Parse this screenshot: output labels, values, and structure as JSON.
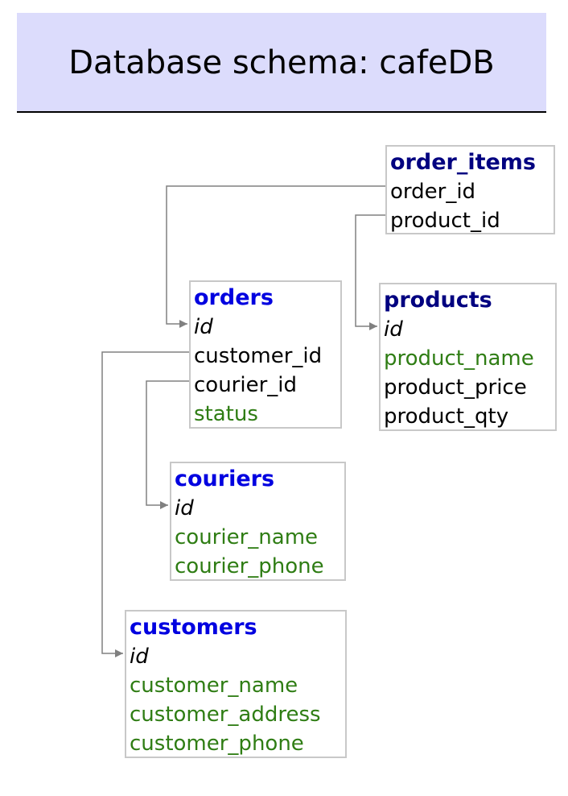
{
  "header": {
    "title": "Database schema: cafeDB"
  },
  "colors": {
    "header_bg": "#dcdcfc",
    "table_name_blue": "#0000e0",
    "table_name_navy": "#000080",
    "column_black": "#000000",
    "column_green": "#2f7d14",
    "link_line": "#808080",
    "table_border": "#c8c8c8"
  },
  "tables": {
    "order_items": {
      "name": "order_items",
      "name_color": "#000080",
      "columns": [
        {
          "name": "order_id",
          "color": "#000000",
          "key": false
        },
        {
          "name": "product_id",
          "color": "#000000",
          "key": false
        }
      ]
    },
    "orders": {
      "name": "orders",
      "name_color": "#0000e0",
      "columns": [
        {
          "name": "id",
          "color": "#000000",
          "key": true
        },
        {
          "name": "customer_id",
          "color": "#000000",
          "key": false
        },
        {
          "name": "courier_id",
          "color": "#000000",
          "key": false
        },
        {
          "name": "status",
          "color": "#2f7d14",
          "key": false
        }
      ]
    },
    "products": {
      "name": "products",
      "name_color": "#000080",
      "columns": [
        {
          "name": "id",
          "color": "#000000",
          "key": true
        },
        {
          "name": "product_name",
          "color": "#2f7d14",
          "key": false
        },
        {
          "name": "product_price",
          "color": "#000000",
          "key": false
        },
        {
          "name": "product_qty",
          "color": "#000000",
          "key": false
        }
      ]
    },
    "couriers": {
      "name": "couriers",
      "name_color": "#0000e0",
      "columns": [
        {
          "name": "id",
          "color": "#000000",
          "key": true
        },
        {
          "name": "courier_name",
          "color": "#2f7d14",
          "key": false
        },
        {
          "name": "courier_phone",
          "color": "#2f7d14",
          "key": false
        }
      ]
    },
    "customers": {
      "name": "customers",
      "name_color": "#0000e0",
      "columns": [
        {
          "name": "id",
          "color": "#000000",
          "key": true
        },
        {
          "name": "customer_name",
          "color": "#2f7d14",
          "key": false
        },
        {
          "name": "customer_address",
          "color": "#2f7d14",
          "key": false
        },
        {
          "name": "customer_phone",
          "color": "#2f7d14",
          "key": false
        }
      ]
    }
  },
  "relations": [
    {
      "from": "order_items.order_id",
      "to": "orders.id"
    },
    {
      "from": "order_items.product_id",
      "to": "products.id"
    },
    {
      "from": "orders.customer_id",
      "to": "customers.id"
    },
    {
      "from": "orders.courier_id",
      "to": "couriers.id"
    }
  ]
}
